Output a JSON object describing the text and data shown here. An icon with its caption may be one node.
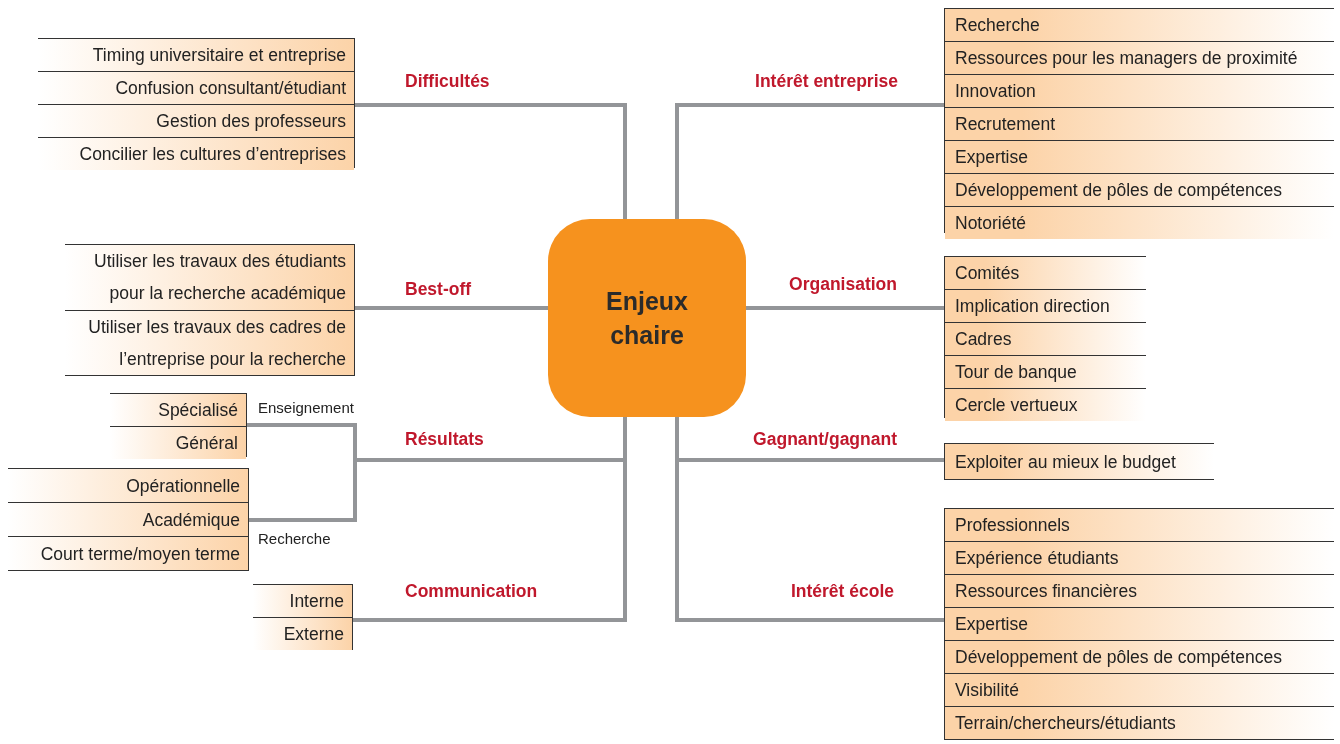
{
  "diagram": {
    "nodes": [
      {
        "text": [
          "Enjeux chaire"
        ]
      },
      {
        "text": [],
        "shape": "box"
      },
      {
        "text": [
          "Timing universitaire et entreprise"
        ],
        "in": 1
      },
      {
        "text": [
          "Confusion consultant/étudiant"
        ],
        "in": 1
      },
      {
        "text": [
          "Gestion des professeurs"
        ],
        "in": 1
      },
      {
        "text": [
          "Concilier les cultures d’entreprises"
        ],
        "in": 1
      },
      {
        "text": [],
        "shape": "box"
      },
      {
        "text": [
          "Utiliser les travaux des étudiants pour la recherche académique"
        ],
        "in": 6
      },
      {
        "text": [
          "Utiliser les travaux des cadres de l’entreprise pour la recherche"
        ],
        "in": 6
      },
      {
        "text": [],
        "shape": "box"
      },
      {
        "text": [
          "Spécialisé"
        ],
        "in": 9
      },
      {
        "text": [
          "Général"
        ],
        "in": 9
      },
      {
        "text": [],
        "shape": "box"
      },
      {
        "text": [
          "Opérationnelle"
        ],
        "in": 12
      },
      {
        "text": [
          "Académique"
        ],
        "in": 12
      },
      {
        "text": [
          "Court terme/moyen terme"
        ],
        "in": 12
      },
      {
        "text": [],
        "shape": "box"
      },
      {
        "text": [
          "Interne"
        ],
        "in": 16
      },
      {
        "text": [
          "Externe"
        ],
        "in": 16
      },
      {
        "text": [],
        "shape": "box"
      },
      {
        "text": [
          "Recherche"
        ],
        "in": 19
      },
      {
        "text": [
          "Ressources pour les managers de proximité"
        ],
        "in": 19
      },
      {
        "text": [
          "Innovation"
        ],
        "in": 19
      },
      {
        "text": [
          "Recrutement"
        ],
        "in": 19
      },
      {
        "text": [
          "Expertise"
        ],
        "in": 19
      },
      {
        "text": [
          "Développement de pôles de compétences"
        ],
        "in": 19
      },
      {
        "text": [
          "Notoriété"
        ],
        "in": 19
      },
      {
        "text": [],
        "shape": "box"
      },
      {
        "text": [
          "Comités"
        ],
        "in": 27
      },
      {
        "text": [
          "Implication direction"
        ],
        "in": 27
      },
      {
        "text": [
          "Cadres"
        ],
        "in": 27
      },
      {
        "text": [
          "Tour de banque"
        ],
        "in": 27
      },
      {
        "text": [
          "Cercle vertueux"
        ],
        "in": 27
      },
      {
        "text": [],
        "shape": "box"
      },
      {
        "text": [
          "Exploiter au mieux le budget"
        ],
        "in": 33
      },
      {
        "text": [],
        "shape": "box"
      },
      {
        "text": [
          "Professionnels"
        ],
        "in": 35
      },
      {
        "text": [
          "Expérience étudiants"
        ],
        "in": 35
      },
      {
        "text": [
          "Ressources financières"
        ],
        "in": 35
      },
      {
        "text": [
          "Expertise"
        ],
        "in": 35
      },
      {
        "text": [
          "Développement de pôles de compétences"
        ],
        "in": 35
      },
      {
        "text": [
          "Visibilité"
        ],
        "in": 35
      },
      {
        "text": [
          "Terrain/chercheurs/étudiants"
        ],
        "in": 35
      }
    ],
    "edges": [
      {
        "from": 0,
        "to": 1,
        "arrow": "none",
        "label": "Difficultés"
      },
      {
        "from": 0,
        "to": 6,
        "arrow": "none",
        "label": "Best-off"
      },
      {
        "from": 0,
        "to": 9,
        "arrow": "none",
        "label": "Enseignement"
      },
      {
        "from": 0,
        "to": 12,
        "arrow": "none",
        "label": "Recherche"
      },
      {
        "from": 0,
        "to": 16,
        "arrow": "none",
        "label": "Communication"
      },
      {
        "from": 0,
        "to": 19,
        "arrow": "none",
        "label": "Intérêt entreprise"
      },
      {
        "from": 0,
        "to": 27,
        "arrow": "none",
        "label": "Organisation"
      },
      {
        "from": 0,
        "to": 33,
        "arrow": "none",
        "label": "Gagnant/gagnant"
      },
      {
        "from": 0,
        "to": 35,
        "arrow": "none",
        "label": "Intérêt école"
      }
    ],
    "labels": [
      "Résultats"
    ]
  }
}
